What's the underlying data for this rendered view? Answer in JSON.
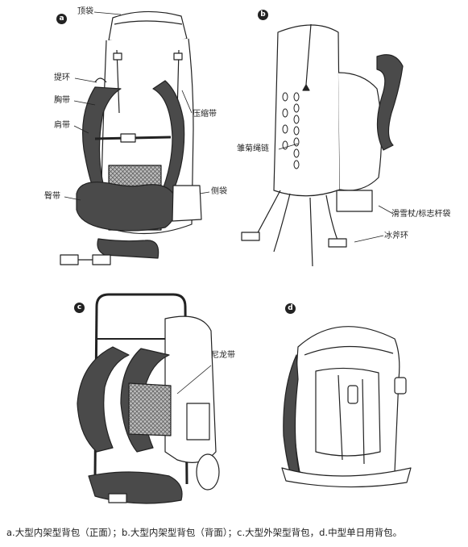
{
  "panels": {
    "a": {
      "badge": "a",
      "labels": {
        "top_pocket": "顶袋",
        "handle": "提环",
        "chest_strap": "胸带",
        "shoulder_strap": "肩带",
        "hip_belt": "臀带",
        "compression_strap": "压缩带",
        "side_pocket": "侧袋"
      }
    },
    "b": {
      "badge": "b",
      "labels": {
        "daisy_chain": "雏菊绳链",
        "ski_pole_sleeve": "滑雪杖/标志杆袋",
        "ice_axe_loop": "冰斧环"
      }
    },
    "c": {
      "badge": "c",
      "labels": {
        "nylon_strap": "尼龙带"
      }
    },
    "d": {
      "badge": "d"
    }
  },
  "caption": "a.大型内架型背包（正面）；b.大型内架型背包（背面）；c.大型外架型背包，d.中型单日用背包。",
  "colors": {
    "ink": "#222222",
    "strap_fill": "#4a4a4a",
    "mesh": "#8a8a8a",
    "paper": "#ffffff"
  }
}
